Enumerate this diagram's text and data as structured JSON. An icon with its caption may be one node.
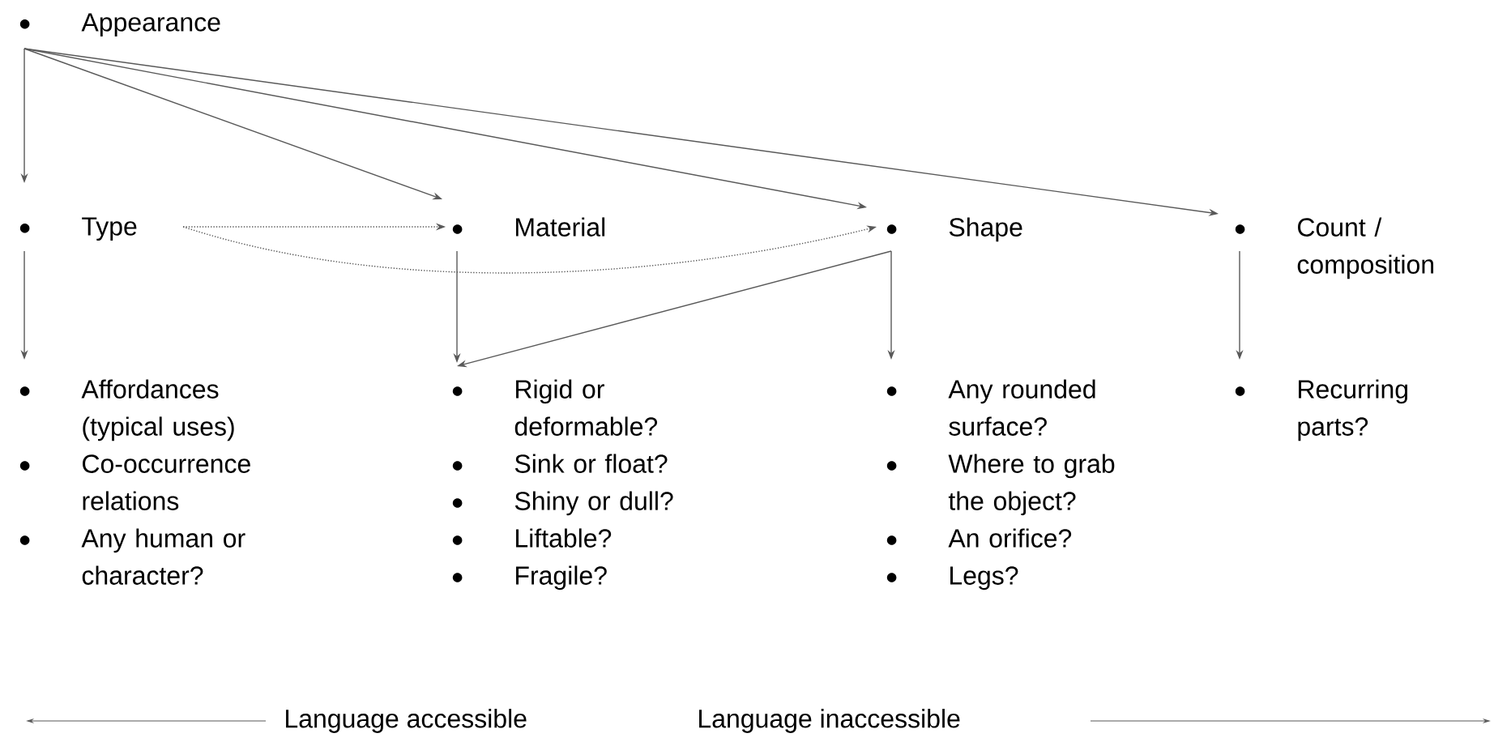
{
  "diagram": {
    "nodes": [
      {
        "text": [
          "Appearance"
        ]
      },
      {
        "text": [
          "Type"
        ]
      },
      {
        "text": [
          "Material"
        ]
      },
      {
        "text": [
          "Shape"
        ]
      },
      {
        "text": [
          "Count / composition"
        ]
      },
      {
        "text": [
          "Affordances (typical uses)",
          "Co-occurrence relations",
          "Any human or character?"
        ]
      },
      {
        "text": [
          "Rigid or deformable?",
          "Sink or float?",
          "Shiny or dull?",
          "Liftable?",
          "Fragile?"
        ]
      },
      {
        "text": [
          "Any rounded surface?",
          "Where to grab the object?",
          "An orifice?",
          "Legs?"
        ]
      },
      {
        "text": [
          "Recurring parts?"
        ]
      }
    ],
    "edges": [
      {
        "from": 0,
        "to": 1,
        "arrow": "to"
      },
      {
        "from": 0,
        "to": 2,
        "arrow": "to"
      },
      {
        "from": 0,
        "to": 3,
        "arrow": "to"
      },
      {
        "from": 0,
        "to": 4,
        "arrow": "to"
      },
      {
        "from": 1,
        "to": 2,
        "arrow": "to",
        "style": "dashed"
      },
      {
        "from": 1,
        "to": 3,
        "arrow": "to",
        "style": "dashed"
      },
      {
        "from": 1,
        "to": 5,
        "arrow": "to"
      },
      {
        "from": 2,
        "to": 6,
        "arrow": "to"
      },
      {
        "from": 3,
        "to": 6,
        "arrow": "to"
      },
      {
        "from": 3,
        "to": 7,
        "arrow": "to"
      },
      {
        "from": 4,
        "to": 8,
        "arrow": "to"
      }
    ],
    "labels": [
      "Language accessible",
      "Language inaccessible"
    ]
  }
}
